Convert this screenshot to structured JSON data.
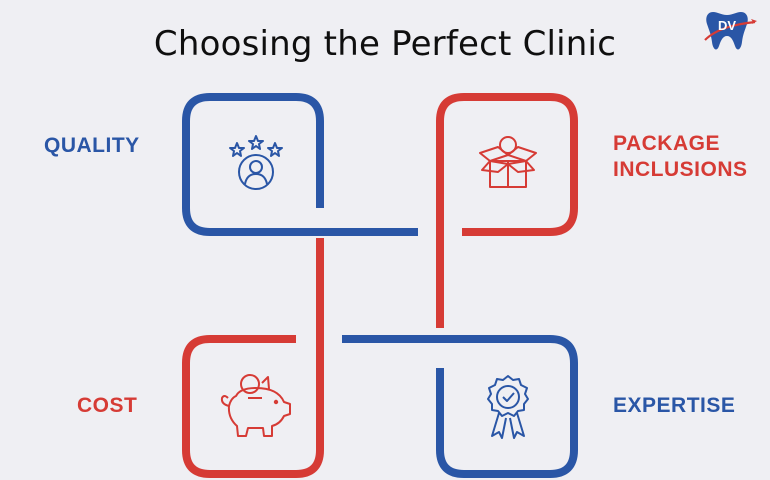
{
  "title": "Choosing the Perfect Clinic",
  "logo": {
    "text": "DV",
    "color_blue": "#2a56a6",
    "color_red": "#d63b35"
  },
  "colors": {
    "blue": "#2a56a6",
    "red": "#d63b35",
    "background": "#efeff3"
  },
  "quadrants": [
    {
      "label_lines": [
        "QUALITY"
      ],
      "color": "blue",
      "icon": "stars-user-icon"
    },
    {
      "label_lines": [
        "PACKAGE",
        "INCLUSIONS"
      ],
      "color": "red",
      "icon": "open-box-icon"
    },
    {
      "label_lines": [
        "COST"
      ],
      "color": "red",
      "icon": "piggy-bank-icon"
    },
    {
      "label_lines": [
        "EXPERTISE"
      ],
      "color": "blue",
      "icon": "award-badge-icon"
    }
  ]
}
